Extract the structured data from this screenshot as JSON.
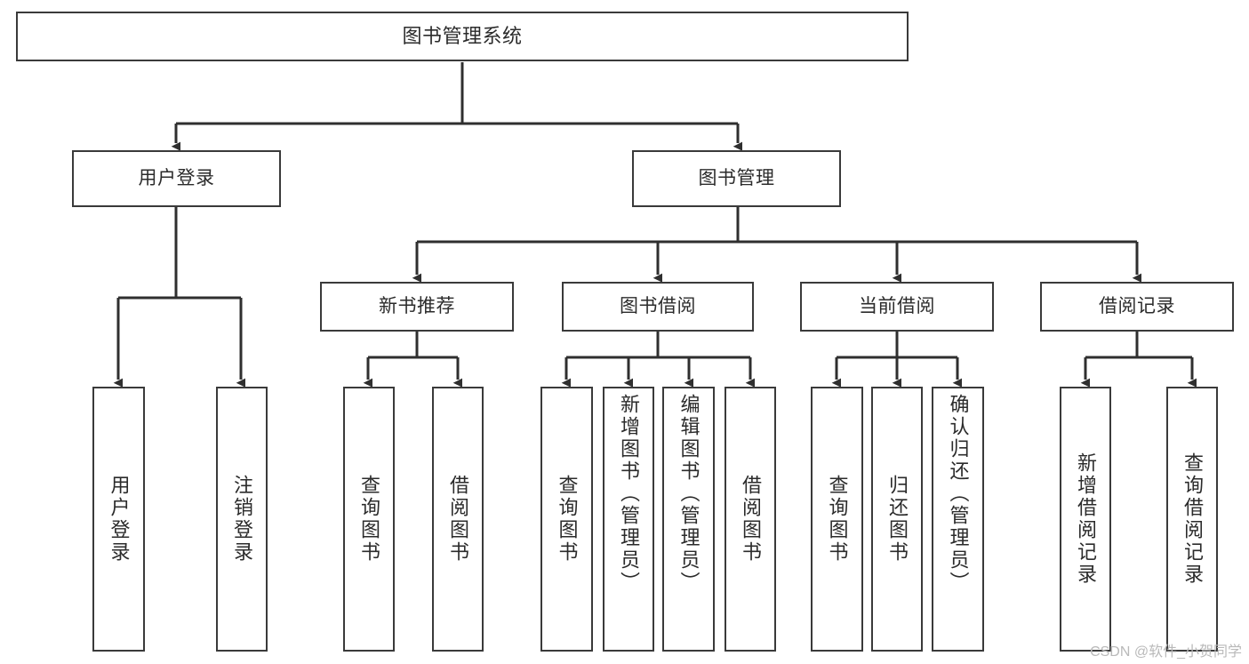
{
  "diagram": {
    "title": "图书管理系统",
    "type": "tree-hierarchy",
    "root": {
      "label": "图书管理系统"
    },
    "level2": [
      {
        "label": "用户登录"
      },
      {
        "label": "图书管理"
      }
    ],
    "level3": [
      {
        "label": "新书推荐"
      },
      {
        "label": "图书借阅"
      },
      {
        "label": "当前借阅"
      },
      {
        "label": "借阅记录"
      }
    ],
    "leaves": {
      "user_login": [
        {
          "label": "用户登录"
        },
        {
          "label": "注销登录"
        }
      ],
      "new_book": [
        {
          "label": "查询图书"
        },
        {
          "label": "借阅图书"
        }
      ],
      "book_borrow": [
        {
          "label": "查询图书"
        },
        {
          "label": "新增图书（管理员）"
        },
        {
          "label": "编辑图书（管理员）"
        },
        {
          "label": "借阅图书"
        }
      ],
      "current_borrow": [
        {
          "label": "查询图书"
        },
        {
          "label": "归还图书"
        },
        {
          "label": "确认归还（管理员）"
        }
      ],
      "borrow_record": [
        {
          "label": "新增借阅记录"
        },
        {
          "label": "查询借阅记录"
        }
      ]
    }
  },
  "watermark": {
    "text": "CSDN @软件_小贺同学"
  },
  "colors": {
    "stroke": "#3a3a3a",
    "fill": "#ffffff",
    "text": "#2b2b2b",
    "watermark": "#b9b9b9"
  }
}
